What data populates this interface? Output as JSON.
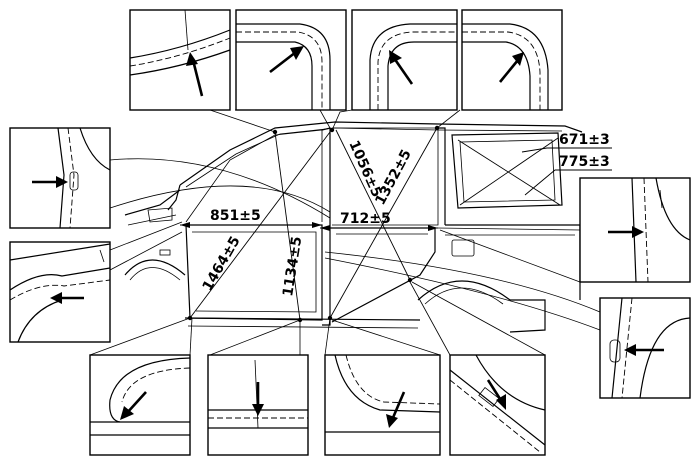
{
  "dimensions": {
    "front_door_width": "851±5",
    "rear_door_width": "712±5",
    "front_door_diagonal": "1464±5",
    "front_door_height": "1134±5",
    "rear_door_diagonal_a": "1056±5",
    "rear_door_diagonal_b": "1352±5",
    "quarter_window_a": "671±3",
    "quarter_window_b": "775±3"
  },
  "colors": {
    "line": "#000000",
    "background": "#ffffff"
  }
}
